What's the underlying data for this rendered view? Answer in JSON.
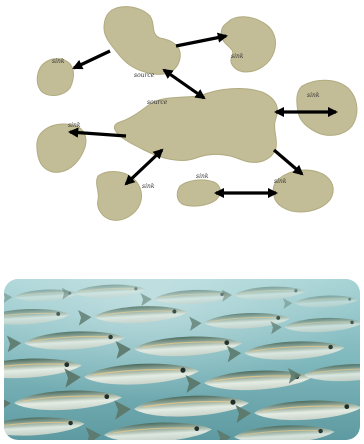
{
  "diagram": {
    "labels": {
      "sink_top_right": "sink",
      "sink_top_left": "sink",
      "source_top": "source",
      "source_main": "source",
      "sink_right": "sink",
      "sink_left": "sink",
      "sink_bottom_left": "sink",
      "sink_bottom_center": "sink",
      "sink_bottom_right": "sink"
    },
    "patch_color": "#c2bd96",
    "arrow_color": "#000000"
  },
  "photo": {
    "subject": "school of fish",
    "water_color": "#7fb8bd"
  }
}
